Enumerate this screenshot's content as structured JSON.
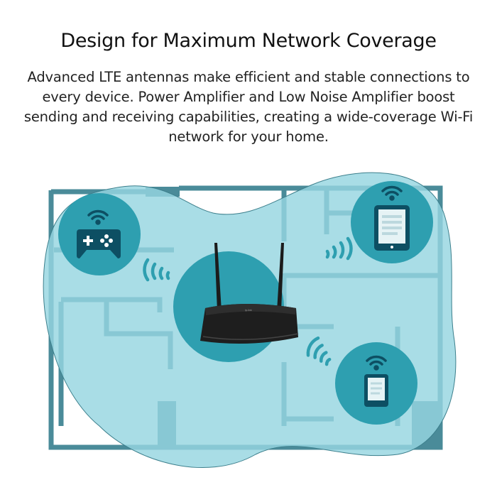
{
  "heading": "Design for Maximum Network Coverage",
  "description": "Advanced LTE antennas make efficient and stable connections to every device. Power Amplifier and Low Noise Amplifier boost sending and receiving capabilities, creating a wide-coverage Wi-Fi network for your home.",
  "router_logo": "tp-link",
  "colors": {
    "coverage_area": "#96d6e0",
    "device_circle": "#2e9fb0",
    "walls": "#4a8b99",
    "icons": "#0d4f63",
    "router": "#1b1b1b"
  },
  "devices": [
    {
      "icon": "gamepad-icon"
    },
    {
      "icon": "tablet-icon"
    },
    {
      "icon": "phone-icon"
    }
  ]
}
